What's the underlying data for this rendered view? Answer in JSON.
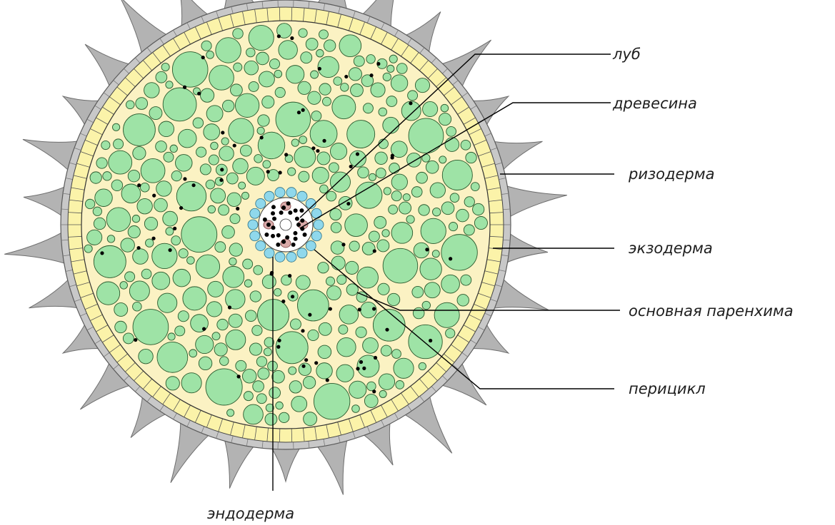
{
  "labels": {
    "phloem": "луб",
    "xylem": "древесина",
    "rhizodermis": "ризодерма",
    "exodermis": "экзодерма",
    "parenchyma": "основная паренхима",
    "pericycle": "перицикл",
    "endodermis": "эндодерма"
  },
  "colors": {
    "background": "#ffffff",
    "root_hairs": "#b3b3b3",
    "rhizodermis_cells": "#c8c8c8",
    "exodermis_cells": "#fbf3a9",
    "cortex_fill": "#fbf2c3",
    "parenchyma_cells": "#9ee3a6",
    "cell_outline": "#2b5a2e",
    "endodermis_cells": "#8fd8ec",
    "phloem_cells": "#d9aaa9",
    "xylem_dots": "#000000",
    "leader_lines": "#000000"
  }
}
